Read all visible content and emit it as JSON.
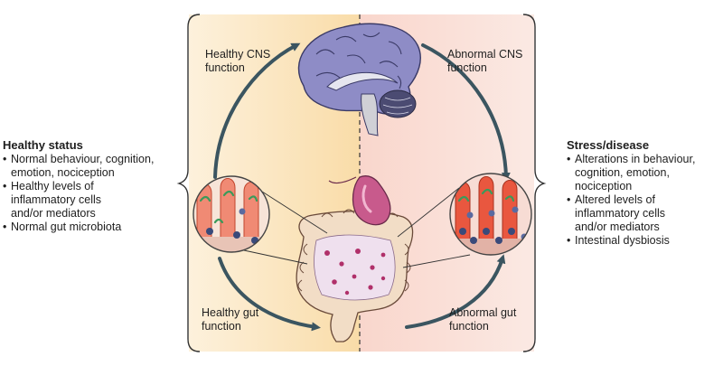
{
  "labels": {
    "healthy_cns": "Healthy CNS\nfunction",
    "abnormal_cns": "Abnormal CNS\nfunction",
    "healthy_gut": "Healthy gut\nfunction",
    "abnormal_gut": "Abnormal gut\nfunction"
  },
  "healthy_status": {
    "title": "Healthy status",
    "items": [
      "Normal behaviour, cognition,\nemotion, nociception",
      "Healthy levels of\ninflammatory cells\nand/or mediators",
      "Normal gut microbiota"
    ]
  },
  "stress_disease": {
    "title": "Stress/disease",
    "items": [
      "Alterations in behaviour,\ncognition, emotion,\nnociception",
      "Altered levels of\ninflammatory cells\nand/or mediators",
      "Intestinal dysbiosis"
    ]
  },
  "colors": {
    "healthy_panel": "#fbe6c2",
    "stress_panel": "#f6cfc4",
    "arrow": "#3b5560",
    "brain": "#8e8cc6",
    "stomach": "#c85a8c",
    "intestine": "#f2ddc6",
    "villus": "#e9573f"
  }
}
